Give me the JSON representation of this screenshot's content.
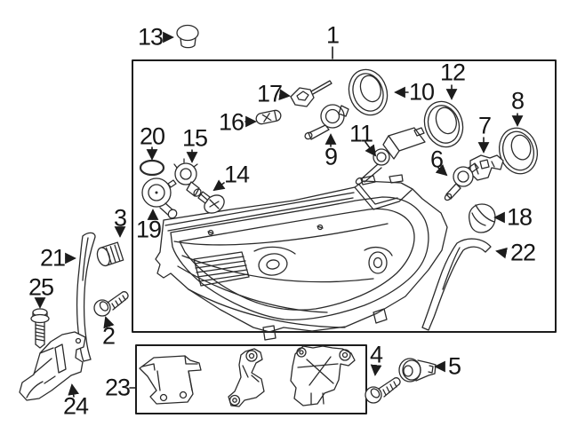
{
  "diagram": {
    "kind": "exploded-parts-diagram",
    "subject": "headlamp-assembly",
    "background_color": "#ffffff",
    "line_color": "#2b2b2b",
    "label_color": "#151515",
    "group_boxes": [
      {
        "name": "headlamp-group-box",
        "callout": "1"
      },
      {
        "name": "bracket-kit-group-box",
        "callout": "23"
      }
    ]
  },
  "callouts": [
    {
      "num": "1",
      "part": "headlamp-assembly-group"
    },
    {
      "num": "2",
      "part": "mounting-screw"
    },
    {
      "num": "3",
      "part": "retainer-nut"
    },
    {
      "num": "4",
      "part": "mounting-screw"
    },
    {
      "num": "5",
      "part": "grommet-nut"
    },
    {
      "num": "6",
      "part": "bulb"
    },
    {
      "num": "7",
      "part": "bulb-holder"
    },
    {
      "num": "8",
      "part": "seal-ring-cap"
    },
    {
      "num": "9",
      "part": "bulb"
    },
    {
      "num": "10",
      "part": "seal-ring-cap"
    },
    {
      "num": "11",
      "part": "leveling-motor"
    },
    {
      "num": "12",
      "part": "seal-ring-cap"
    },
    {
      "num": "13",
      "part": "retaining-clip"
    },
    {
      "num": "14",
      "part": "bulb"
    },
    {
      "num": "15",
      "part": "bulb-socket"
    },
    {
      "num": "16",
      "part": "wedge-bulb"
    },
    {
      "num": "17",
      "part": "socket-with-wire"
    },
    {
      "num": "18",
      "part": "cover-cap"
    },
    {
      "num": "19",
      "part": "socket-cover"
    },
    {
      "num": "20",
      "part": "o-ring-seal"
    },
    {
      "num": "21",
      "part": "trim-strip"
    },
    {
      "num": "22",
      "part": "trim-strip"
    },
    {
      "num": "23",
      "part": "bracket-kit-group"
    },
    {
      "num": "24",
      "part": "side-bracket"
    },
    {
      "num": "25",
      "part": "bolt"
    }
  ]
}
